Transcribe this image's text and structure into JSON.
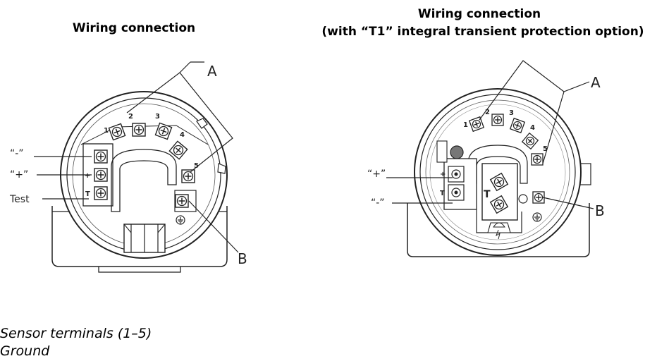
{
  "titles": {
    "left": "Wiring connection",
    "right_line1": "Wiring connection",
    "right_line2": "(with “T1” integral transient protection option)"
  },
  "left_diagram": {
    "terminal_numbers": [
      "1",
      "2",
      "3",
      "4",
      "5"
    ],
    "side_labels": {
      "minus": "“-”",
      "plus": "“+”",
      "test": "Test"
    },
    "terminal_marks": {
      "plus": "+",
      "test": "T"
    },
    "callouts": {
      "a": "A",
      "b": "B"
    }
  },
  "right_diagram": {
    "terminal_numbers": [
      "1",
      "2",
      "3",
      "4",
      "5"
    ],
    "side_labels": {
      "plus": "“+”",
      "minus": "“-”"
    },
    "terminal_marks": {
      "plus": "+",
      "test": "T",
      "t_block": "T"
    },
    "callouts": {
      "a": "A",
      "b": "B"
    }
  },
  "legend": {
    "a": "Sensor terminals (1–5)",
    "b": "Ground"
  }
}
